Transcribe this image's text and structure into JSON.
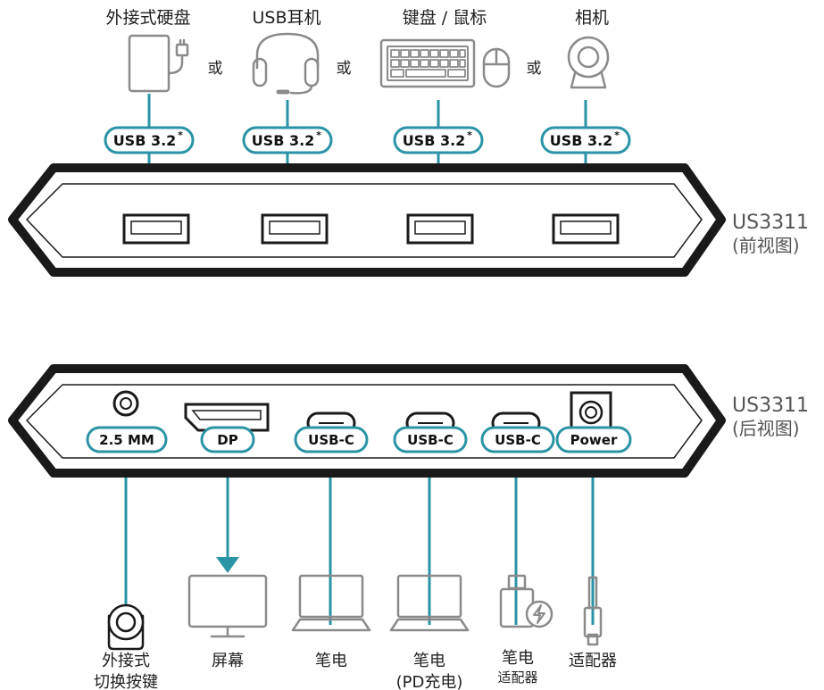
{
  "front": {
    "device_label": "US3311",
    "view_label": "(前视图)",
    "devices": [
      {
        "label": "外接式硬盘",
        "icon": "external-drive-icon",
        "port": "USB 3.2",
        "mark": "*"
      },
      {
        "label": "USB耳机",
        "icon": "headset-icon",
        "port": "USB 3.2",
        "mark": "*"
      },
      {
        "label": "键盘 / 鼠标",
        "icon": "keyboard-mouse-icon",
        "port": "USB 3.2",
        "mark": "*"
      },
      {
        "label": "相机",
        "icon": "webcam-icon",
        "port": "USB 3.2",
        "mark": "*"
      }
    ],
    "or_word": "或"
  },
  "rear": {
    "device_label": "US3311",
    "view_label": "(后视图)",
    "ports": [
      {
        "port": "2.5 MM",
        "label_lines": [
          "外接式",
          "切换按键"
        ],
        "icon": "remote-switch-icon"
      },
      {
        "port": "DP",
        "label_lines": [
          "屏幕"
        ],
        "icon": "monitor-icon"
      },
      {
        "port": "USB-C",
        "label_lines": [
          "笔电"
        ],
        "icon": "laptop-icon"
      },
      {
        "port": "USB-C",
        "label_lines": [
          "笔电",
          "(PD充电)"
        ],
        "icon": "laptop-icon"
      },
      {
        "port": "USB-C",
        "label_lines": [
          "笔电",
          "适配器"
        ],
        "icon": "power-adapter-icon"
      },
      {
        "port": "Power",
        "label_lines": [
          "适配器"
        ],
        "icon": "power-plug-icon"
      }
    ]
  },
  "colors": {
    "accent": "#2a93a5",
    "icon": "#8a8a8a",
    "body": "#1a1a1a",
    "pill_fill": "#ffffff"
  }
}
